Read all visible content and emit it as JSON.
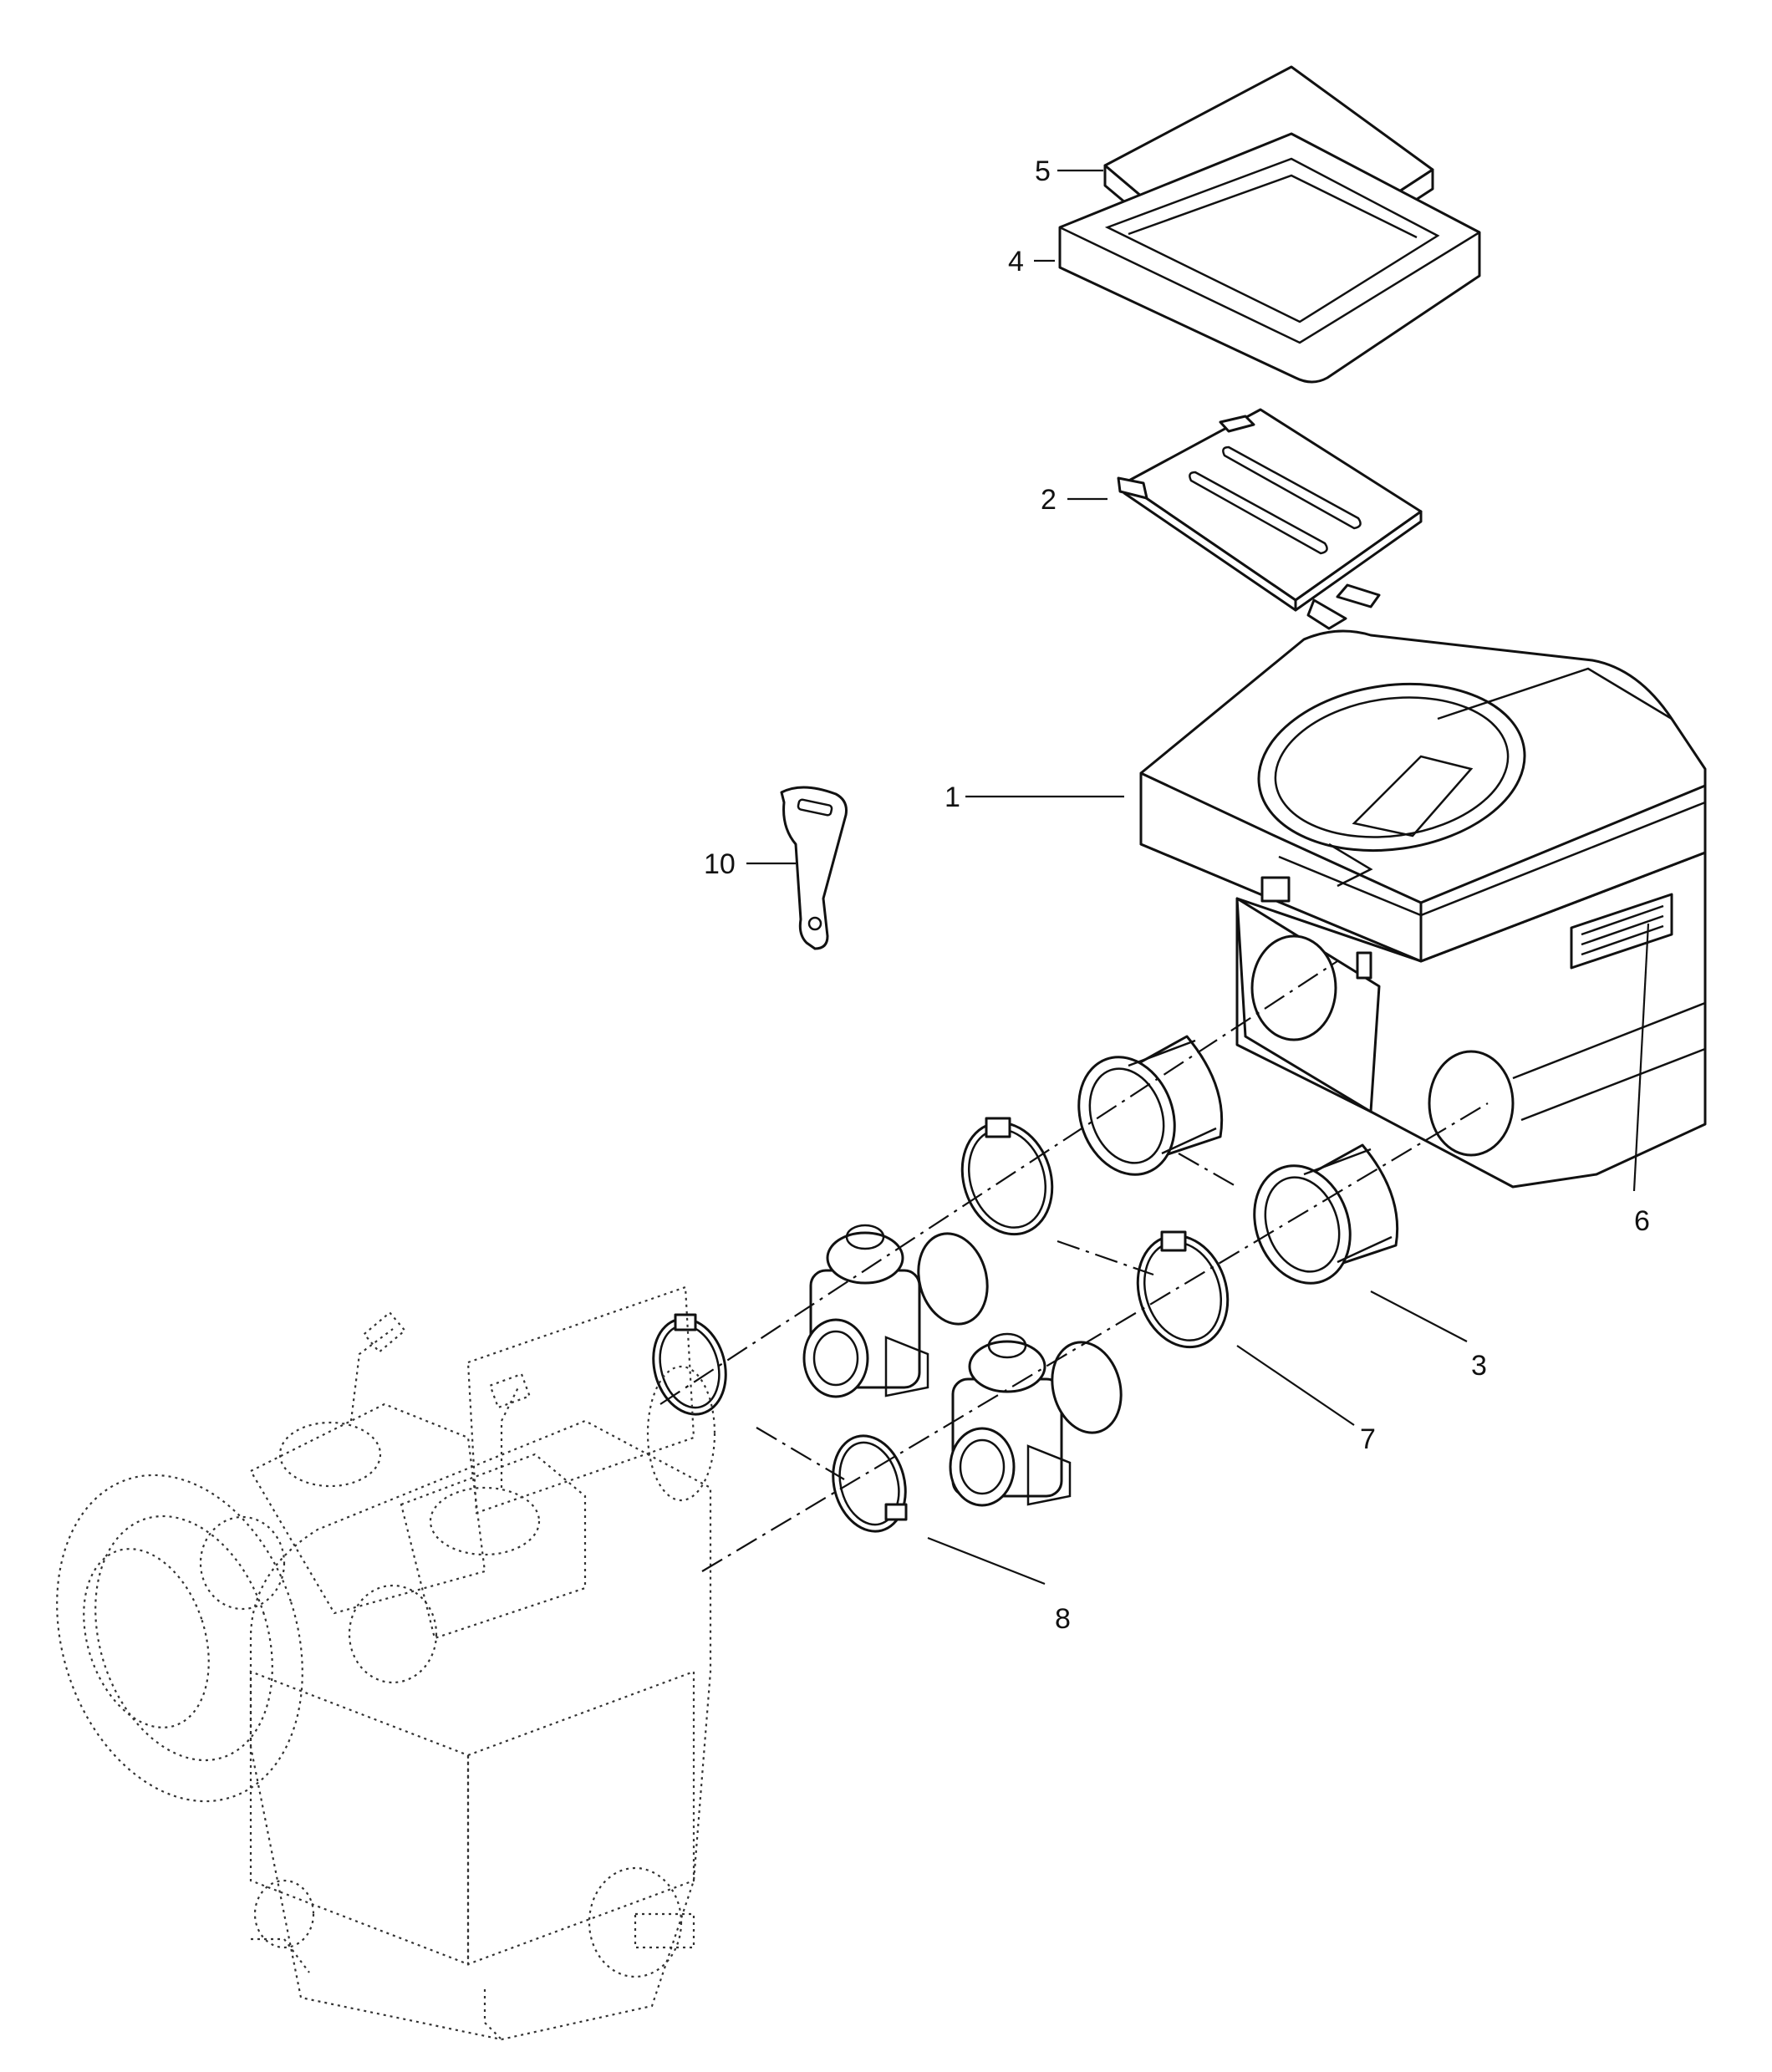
{
  "diagram": {
    "callouts": [
      {
        "id": "1",
        "label": "1"
      },
      {
        "id": "2",
        "label": "2"
      },
      {
        "id": "3",
        "label": "3"
      },
      {
        "id": "4",
        "label": "4"
      },
      {
        "id": "5",
        "label": "5"
      },
      {
        "id": "6",
        "label": "6"
      },
      {
        "id": "7",
        "label": "7"
      },
      {
        "id": "8",
        "label": "8"
      },
      {
        "id": "10",
        "label": "10"
      }
    ]
  }
}
